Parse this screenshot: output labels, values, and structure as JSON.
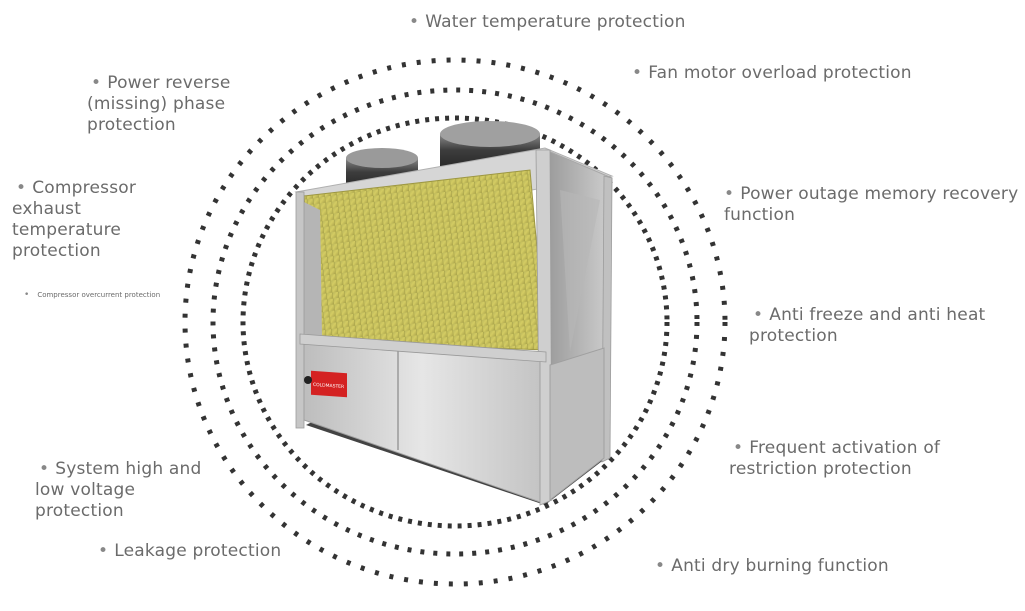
{
  "features": [
    {
      "id": "water-temperature",
      "text": "Water temperature protection",
      "lines": [
        "Water temperature protection"
      ]
    },
    {
      "id": "fan-motor-overload",
      "text": "Fan motor overload protection",
      "lines": [
        "Fan motor overload protection"
      ]
    },
    {
      "id": "power-outage-memory",
      "text": "Power outage memory recovery function",
      "lines": [
        "Power outage memory recovery",
        "function"
      ]
    },
    {
      "id": "anti-freeze-heat",
      "text": "Anti freeze and anti heat protection",
      "lines": [
        "Anti freeze and anti heat",
        "protection"
      ]
    },
    {
      "id": "frequent-activation",
      "text": "Frequent activation of restriction protection",
      "lines": [
        "Frequent activation of",
        "restriction protection"
      ]
    },
    {
      "id": "anti-dry-burning",
      "text": "Anti dry burning function",
      "lines": [
        "Anti dry burning function"
      ]
    },
    {
      "id": "leakage",
      "text": "Leakage protection",
      "lines": [
        "Leakage protection"
      ]
    },
    {
      "id": "system-voltage",
      "text": "System high and low voltage protection",
      "lines": [
        "System high and",
        "low voltage",
        "protection"
      ]
    },
    {
      "id": "compressor-overcurrent",
      "text": "Compressor overcurrent protection",
      "lines": [
        "Compressor overcurrent protection"
      ]
    },
    {
      "id": "compressor-exhaust",
      "text": "Compressor exhaust temperature protection",
      "lines": [
        "Compressor",
        "exhaust",
        "temperature",
        "protection"
      ]
    },
    {
      "id": "power-phase",
      "text": "Power reverse (missing) phase protection",
      "lines": [
        "Power reverse",
        "(missing) phase",
        "protection"
      ]
    }
  ],
  "bullet": "•",
  "product": {
    "brand_label": "COLDMASTER",
    "colors": {
      "dots": "#333333",
      "coil": "#c9c15a",
      "frame": "#c8c8c8",
      "panel": "#d9d9d9",
      "fan": "#555555",
      "badge": "#d42222"
    }
  }
}
